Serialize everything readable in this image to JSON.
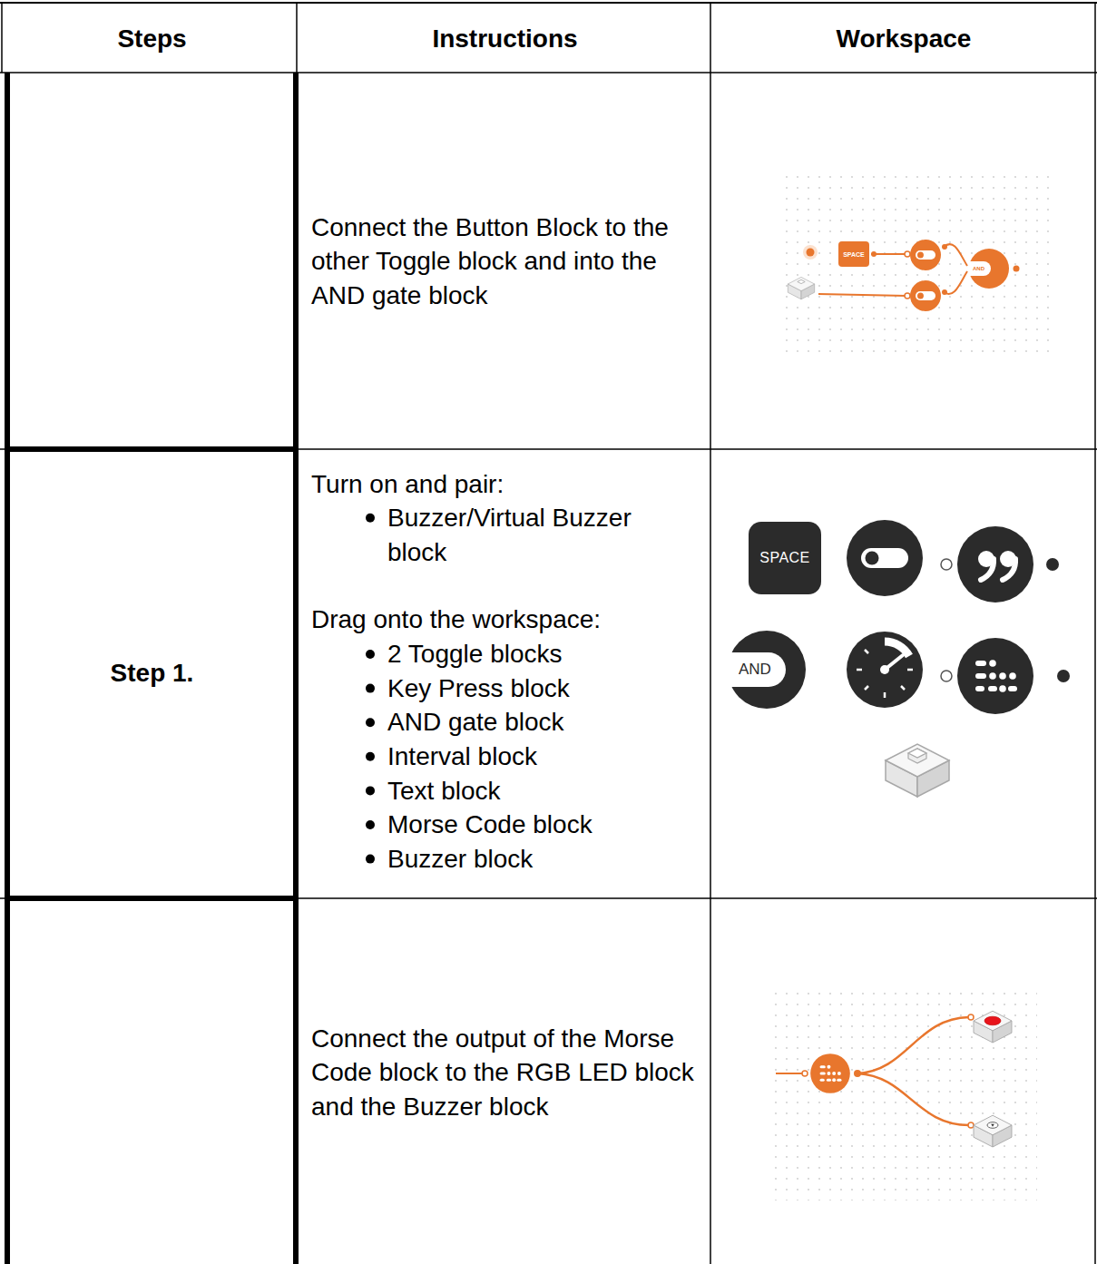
{
  "diagram": {
    "nodes": [
      {
        "text": [
          "SPACE"
        ]
      },
      {
        "text": [
          "AND"
        ]
      },
      {
        "text": [
          "SPACE"
        ]
      },
      {
        "text": [
          "AND"
        ]
      }
    ],
    "labels": [
      "Steps",
      "Instructions",
      "Workspace",
      "Connect the Button Block to the other Toggle block and into the AND gate block",
      "Step 1.",
      "Turn on and pair:",
      "Buzzer/Virtual Buzzer block",
      "Drag onto the workspace:",
      "2 Toggle blocks",
      "Key Press block",
      "AND gate block",
      "Interval block",
      "Text block",
      "Morse Code block",
      "Buzzer block",
      "Connect the output of the Morse Code block to the RGB LED block and the Buzzer block"
    ]
  }
}
